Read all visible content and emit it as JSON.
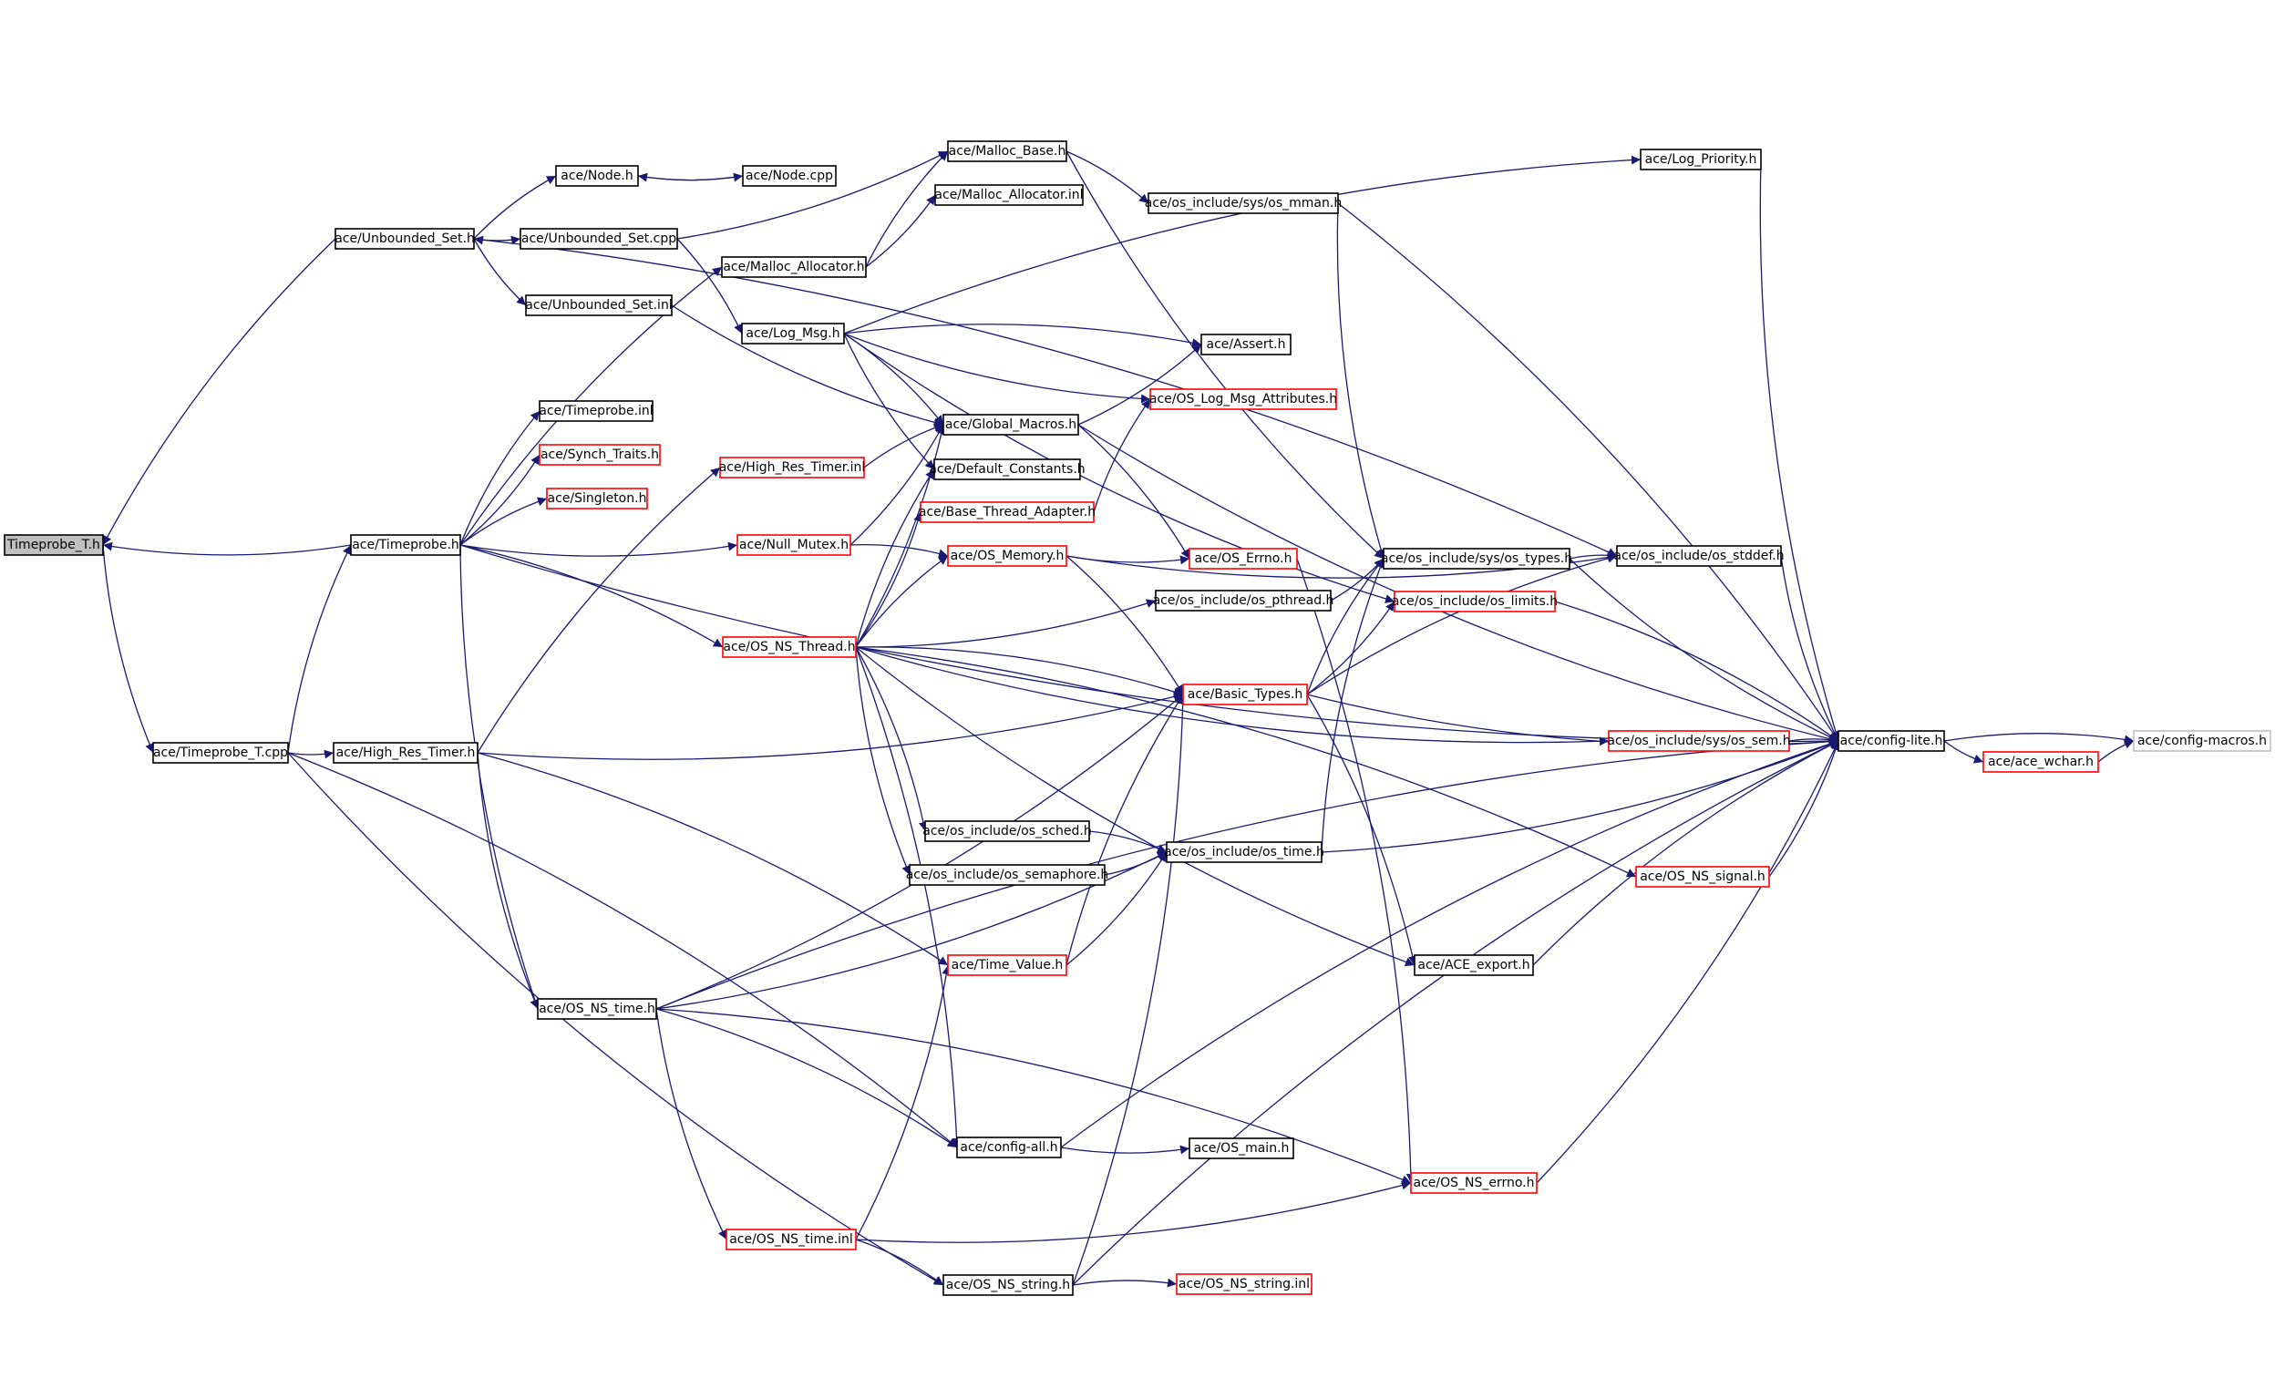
{
  "colors": {
    "edge": "#191970",
    "border_black": "#000000",
    "border_red": "#ff0000",
    "border_grey": "#bfbfbf",
    "highlight_fill": "#bfbfbf"
  },
  "nodes": [
    {
      "id": "timeprobe_t_h",
      "label": "Timeprobe_T.h",
      "style": "highlight"
    },
    {
      "id": "timeprobe_t_cpp",
      "label": "ace/Timeprobe_T.cpp",
      "style": "black"
    },
    {
      "id": "unbounded_set_h",
      "label": "ace/Unbounded_Set.h",
      "style": "black"
    },
    {
      "id": "timeprobe_h",
      "label": "ace/Timeprobe.h",
      "style": "black"
    },
    {
      "id": "high_res_timer_h",
      "label": "ace/High_Res_Timer.h",
      "style": "black"
    },
    {
      "id": "os_ns_time_h",
      "label": "ace/OS_NS_time.h",
      "style": "black"
    },
    {
      "id": "node_h",
      "label": "ace/Node.h",
      "style": "black"
    },
    {
      "id": "node_cpp",
      "label": "ace/Node.cpp",
      "style": "black"
    },
    {
      "id": "unbounded_set_cpp",
      "label": "ace/Unbounded_Set.cpp",
      "style": "black"
    },
    {
      "id": "unbounded_set_inl",
      "label": "ace/Unbounded_Set.inl",
      "style": "black"
    },
    {
      "id": "timeprobe_inl",
      "label": "ace/Timeprobe.inl",
      "style": "black"
    },
    {
      "id": "synch_traits_h",
      "label": "ace/Synch_Traits.h",
      "style": "red"
    },
    {
      "id": "singleton_h",
      "label": "ace/Singleton.h",
      "style": "red"
    },
    {
      "id": "malloc_base_h",
      "label": "ace/Malloc_Base.h",
      "style": "black"
    },
    {
      "id": "malloc_allocator_inl",
      "label": "ace/Malloc_Allocator.inl",
      "style": "black"
    },
    {
      "id": "malloc_allocator_h",
      "label": "ace/Malloc_Allocator.h",
      "style": "black"
    },
    {
      "id": "log_msg_h",
      "label": "ace/Log_Msg.h",
      "style": "black"
    },
    {
      "id": "high_res_timer_inl",
      "label": "ace/High_Res_Timer.inl",
      "style": "red"
    },
    {
      "id": "null_mutex_h",
      "label": "ace/Null_Mutex.h",
      "style": "red"
    },
    {
      "id": "os_ns_thread_h",
      "label": "ace/OS_NS_Thread.h",
      "style": "red"
    },
    {
      "id": "global_macros_h",
      "label": "ace/Global_Macros.h",
      "style": "black"
    },
    {
      "id": "default_constants_h",
      "label": "ace/Default_Constants.h",
      "style": "black"
    },
    {
      "id": "base_thread_adapter_h",
      "label": "ace/Base_Thread_Adapter.h",
      "style": "red"
    },
    {
      "id": "os_memory_h",
      "label": "ace/OS_Memory.h",
      "style": "red"
    },
    {
      "id": "os_include_os_sched_h",
      "label": "ace/os_include/os_sched.h",
      "style": "black"
    },
    {
      "id": "os_include_os_semaphore_h",
      "label": "ace/os_include/os_semaphore.h",
      "style": "black"
    },
    {
      "id": "time_value_h",
      "label": "ace/Time_Value.h",
      "style": "red"
    },
    {
      "id": "config_all_h",
      "label": "ace/config-all.h",
      "style": "black"
    },
    {
      "id": "os_ns_time_inl",
      "label": "ace/OS_NS_time.inl",
      "style": "red"
    },
    {
      "id": "os_ns_string_h",
      "label": "ace/OS_NS_string.h",
      "style": "black"
    },
    {
      "id": "os_mman_h",
      "label": "ace/os_include/sys/os_mman.h",
      "style": "black"
    },
    {
      "id": "assert_h",
      "label": "ace/Assert.h",
      "style": "black"
    },
    {
      "id": "os_log_msg_attributes_h",
      "label": "ace/OS_Log_Msg_Attributes.h",
      "style": "red"
    },
    {
      "id": "os_errno_h",
      "label": "ace/OS_Errno.h",
      "style": "red"
    },
    {
      "id": "os_include_os_pthread_h",
      "label": "ace/os_include/os_pthread.h",
      "style": "black"
    },
    {
      "id": "basic_types_h",
      "label": "ace/Basic_Types.h",
      "style": "red"
    },
    {
      "id": "os_include_os_time_h",
      "label": "ace/os_include/os_time.h",
      "style": "black"
    },
    {
      "id": "os_main_h",
      "label": "ace/OS_main.h",
      "style": "black"
    },
    {
      "id": "os_ns_string_inl",
      "label": "ace/OS_NS_string.inl",
      "style": "red"
    },
    {
      "id": "log_priority_h",
      "label": "ace/Log_Priority.h",
      "style": "black"
    },
    {
      "id": "os_types_h",
      "label": "ace/os_include/sys/os_types.h",
      "style": "black"
    },
    {
      "id": "os_limits_h",
      "label": "ace/os_include/os_limits.h",
      "style": "red"
    },
    {
      "id": "os_stddef_h",
      "label": "ace/os_include/os_stddef.h",
      "style": "black"
    },
    {
      "id": "os_sem_h",
      "label": "ace/os_include/sys/os_sem.h",
      "style": "red"
    },
    {
      "id": "os_ns_signal_h",
      "label": "ace/OS_NS_signal.h",
      "style": "red"
    },
    {
      "id": "ace_export_h",
      "label": "ace/ACE_export.h",
      "style": "black"
    },
    {
      "id": "os_ns_errno_h",
      "label": "ace/OS_NS_errno.h",
      "style": "red"
    },
    {
      "id": "config_lite_h",
      "label": "ace/config-lite.h",
      "style": "black"
    },
    {
      "id": "ace_wchar_h",
      "label": "ace/ace_wchar.h",
      "style": "red"
    },
    {
      "id": "config_macros_h",
      "label": "ace/config-macros.h",
      "style": "grey"
    }
  ],
  "edges": [
    [
      "unbounded_set_h",
      "timeprobe_t_h"
    ],
    [
      "timeprobe_h",
      "timeprobe_t_h"
    ],
    [
      "timeprobe_t_h",
      "timeprobe_t_cpp"
    ],
    [
      "timeprobe_t_cpp",
      "timeprobe_h"
    ],
    [
      "timeprobe_t_cpp",
      "high_res_timer_h"
    ],
    [
      "timeprobe_t_cpp",
      "config_all_h"
    ],
    [
      "timeprobe_t_cpp",
      "os_ns_string_h"
    ],
    [
      "unbounded_set_h",
      "node_h"
    ],
    [
      "unbounded_set_h",
      "unbounded_set_cpp"
    ],
    [
      "unbounded_set_cpp",
      "unbounded_set_h"
    ],
    [
      "unbounded_set_h",
      "unbounded_set_inl"
    ],
    [
      "unbounded_set_h",
      "os_stddef_h"
    ],
    [
      "node_h",
      "node_cpp"
    ],
    [
      "node_cpp",
      "node_h"
    ],
    [
      "unbounded_set_cpp",
      "malloc_base_h"
    ],
    [
      "unbounded_set_cpp",
      "log_msg_h"
    ],
    [
      "unbounded_set_inl",
      "global_macros_h"
    ],
    [
      "timeprobe_h",
      "timeprobe_inl"
    ],
    [
      "timeprobe_h",
      "synch_traits_h"
    ],
    [
      "timeprobe_h",
      "singleton_h"
    ],
    [
      "timeprobe_h",
      "null_mutex_h"
    ],
    [
      "timeprobe_h",
      "os_ns_thread_h"
    ],
    [
      "timeprobe_h",
      "os_ns_time_h"
    ],
    [
      "timeprobe_h",
      "malloc_allocator_h"
    ],
    [
      "timeprobe_h",
      "config_lite_h"
    ],
    [
      "high_res_timer_h",
      "high_res_timer_inl"
    ],
    [
      "high_res_timer_h",
      "basic_types_h"
    ],
    [
      "high_res_timer_h",
      "time_value_h"
    ],
    [
      "high_res_timer_h",
      "os_ns_time_h"
    ],
    [
      "malloc_allocator_h",
      "malloc_base_h"
    ],
    [
      "malloc_allocator_h",
      "malloc_allocator_inl"
    ],
    [
      "malloc_base_h",
      "os_mman_h"
    ],
    [
      "malloc_base_h",
      "os_types_h"
    ],
    [
      "log_msg_h",
      "assert_h"
    ],
    [
      "log_msg_h",
      "os_log_msg_attributes_h"
    ],
    [
      "log_msg_h",
      "global_macros_h"
    ],
    [
      "log_msg_h",
      "default_constants_h"
    ],
    [
      "log_msg_h",
      "log_priority_h"
    ],
    [
      "log_msg_h",
      "os_limits_h"
    ],
    [
      "high_res_timer_inl",
      "global_macros_h"
    ],
    [
      "null_mutex_h",
      "global_macros_h"
    ],
    [
      "null_mutex_h",
      "os_memory_h"
    ],
    [
      "os_ns_thread_h",
      "global_macros_h"
    ],
    [
      "os_ns_thread_h",
      "default_constants_h"
    ],
    [
      "os_ns_thread_h",
      "base_thread_adapter_h"
    ],
    [
      "os_ns_thread_h",
      "os_memory_h"
    ],
    [
      "os_ns_thread_h",
      "os_include_os_pthread_h"
    ],
    [
      "os_ns_thread_h",
      "basic_types_h"
    ],
    [
      "os_ns_thread_h",
      "os_sem_h"
    ],
    [
      "os_ns_thread_h",
      "os_include_os_sched_h"
    ],
    [
      "os_ns_thread_h",
      "os_include_os_semaphore_h"
    ],
    [
      "os_ns_thread_h",
      "os_ns_signal_h"
    ],
    [
      "os_ns_thread_h",
      "ace_export_h"
    ],
    [
      "os_ns_thread_h",
      "config_all_h"
    ],
    [
      "global_macros_h",
      "config_lite_h"
    ],
    [
      "global_macros_h",
      "os_errno_h"
    ],
    [
      "global_macros_h",
      "assert_h"
    ],
    [
      "base_thread_adapter_h",
      "os_log_msg_attributes_h"
    ],
    [
      "os_memory_h",
      "os_errno_h"
    ],
    [
      "os_memory_h",
      "basic_types_h"
    ],
    [
      "os_memory_h",
      "os_stddef_h"
    ],
    [
      "os_errno_h",
      "os_ns_errno_h"
    ],
    [
      "os_include_os_pthread_h",
      "os_types_h"
    ],
    [
      "os_include_os_sched_h",
      "os_include_os_time_h"
    ],
    [
      "os_include_os_semaphore_h",
      "os_include_os_time_h"
    ],
    [
      "os_include_os_time_h",
      "os_types_h"
    ],
    [
      "os_include_os_time_h",
      "config_lite_h"
    ],
    [
      "time_value_h",
      "basic_types_h"
    ],
    [
      "time_value_h",
      "os_include_os_time_h"
    ],
    [
      "basic_types_h",
      "os_types_h"
    ],
    [
      "basic_types_h",
      "os_limits_h"
    ],
    [
      "basic_types_h",
      "os_stddef_h"
    ],
    [
      "basic_types_h",
      "config_lite_h"
    ],
    [
      "basic_types_h",
      "ace_export_h"
    ],
    [
      "os_ns_time_h",
      "basic_types_h"
    ],
    [
      "os_ns_time_h",
      "config_all_h"
    ],
    [
      "os_ns_time_h",
      "os_ns_time_inl"
    ],
    [
      "os_ns_time_h",
      "os_ns_errno_h"
    ],
    [
      "os_ns_time_h",
      "os_include_os_time_h"
    ],
    [
      "os_ns_time_h",
      "config_lite_h"
    ],
    [
      "os_ns_time_inl",
      "time_value_h"
    ],
    [
      "os_ns_time_inl",
      "os_ns_string_h"
    ],
    [
      "os_ns_time_inl",
      "os_ns_errno_h"
    ],
    [
      "os_ns_string_h",
      "os_ns_string_inl"
    ],
    [
      "os_ns_string_h",
      "basic_types_h"
    ],
    [
      "os_ns_string_h",
      "config_lite_h"
    ],
    [
      "config_all_h",
      "os_main_h"
    ],
    [
      "config_all_h",
      "config_lite_h"
    ],
    [
      "os_mman_h",
      "os_types_h"
    ],
    [
      "os_mman_h",
      "config_lite_h"
    ],
    [
      "log_priority_h",
      "config_lite_h"
    ],
    [
      "os_types_h",
      "os_stddef_h"
    ],
    [
      "os_types_h",
      "config_lite_h"
    ],
    [
      "os_limits_h",
      "config_lite_h"
    ],
    [
      "os_stddef_h",
      "config_lite_h"
    ],
    [
      "os_sem_h",
      "config_lite_h"
    ],
    [
      "os_ns_signal_h",
      "config_lite_h"
    ],
    [
      "ace_export_h",
      "config_lite_h"
    ],
    [
      "os_ns_errno_h",
      "config_lite_h"
    ],
    [
      "config_lite_h",
      "config_macros_h"
    ],
    [
      "config_lite_h",
      "ace_wchar_h"
    ],
    [
      "ace_wchar_h",
      "config_macros_h"
    ]
  ]
}
